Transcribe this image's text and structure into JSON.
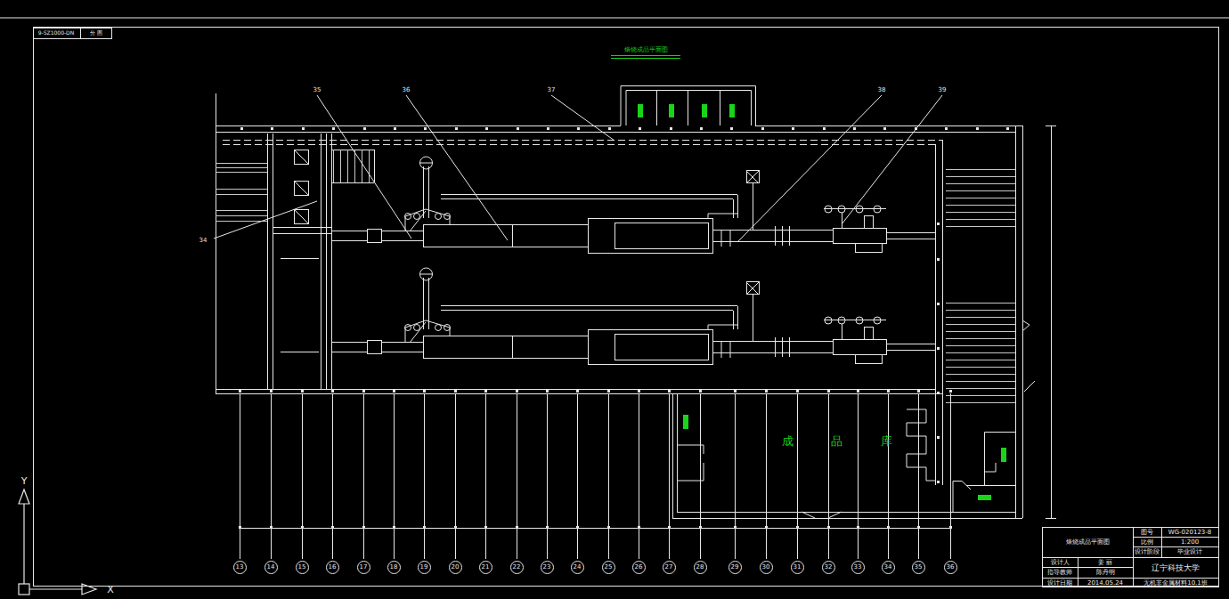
{
  "diagram": {
    "title": "焙烧成品平面图",
    "nodes": [
      {
        "text": [
          "成 品 库"
        ]
      },
      {
        "text": [
          "13"
        ]
      },
      {
        "text": [
          "14"
        ]
      },
      {
        "text": [
          "15"
        ]
      },
      {
        "text": [
          "16"
        ]
      },
      {
        "text": [
          "17"
        ]
      },
      {
        "text": [
          "18"
        ]
      },
      {
        "text": [
          "19"
        ]
      },
      {
        "text": [
          "20"
        ]
      },
      {
        "text": [
          "21"
        ]
      },
      {
        "text": [
          "22"
        ]
      },
      {
        "text": [
          "23"
        ]
      },
      {
        "text": [
          "24"
        ]
      },
      {
        "text": [
          "25"
        ]
      },
      {
        "text": [
          "26"
        ]
      },
      {
        "text": [
          "27"
        ]
      },
      {
        "text": [
          "28"
        ]
      },
      {
        "text": [
          "29"
        ]
      },
      {
        "text": [
          "30"
        ]
      },
      {
        "text": [
          "31"
        ]
      },
      {
        "text": [
          "32"
        ]
      },
      {
        "text": [
          "33"
        ]
      },
      {
        "text": [
          "34"
        ]
      },
      {
        "text": [
          "35"
        ]
      },
      {
        "text": [
          "36"
        ]
      }
    ],
    "labels": [
      "9-SZ1000-DN",
      "分 图",
      "34",
      "35",
      "36",
      "37",
      "38",
      "39",
      "焙烧成品平面图",
      "图号",
      "WG-020123-8",
      "比例",
      "1:200",
      "设计阶段",
      "毕业设计",
      "设计人",
      "姜 丽",
      "指导教师",
      "陈丹明",
      "设计日期",
      "2014.05.24",
      "辽宁科技大学",
      "无机非金属材料10.1班",
      "Y",
      "X"
    ]
  }
}
